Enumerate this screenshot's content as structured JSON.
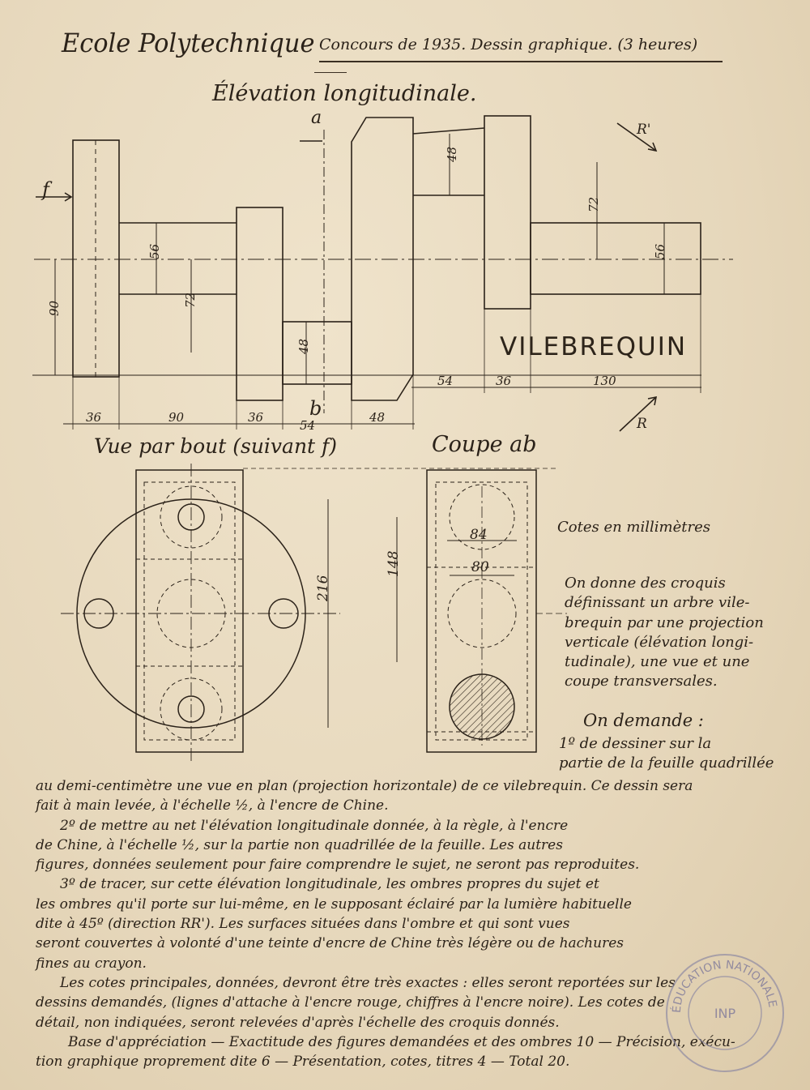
{
  "header": {
    "school": "Ecole Polytechnique",
    "contest": "Concours de 1935. Dessin graphique. (3 heures)"
  },
  "elevation": {
    "title": "Élévation longitudinale.",
    "part_name": "VILEBREQUIN",
    "marks": {
      "a": "a",
      "b": "b",
      "f": "f",
      "r_prime": "R'",
      "r": "R"
    },
    "dims": {
      "d48_top": "48",
      "d72_right": "72",
      "d56_right": "56",
      "d56_left": "56",
      "d72_left": "72",
      "d90": "90",
      "d48_mid": "48",
      "b54": "54",
      "b36": "36",
      "b130": "130",
      "x36a": "36",
      "x90": "90",
      "x36b": "36",
      "x54": "54",
      "x48": "48"
    }
  },
  "end_view": {
    "title": "Vue par bout (suivant f)",
    "d216": "216"
  },
  "section_view": {
    "title": "Coupe ab",
    "d148": "148",
    "d84": "84",
    "d80": "80"
  },
  "notes": {
    "units": "Cotes en millimètres",
    "intro_lines": [
      "On donne des croquis",
      "définissant un arbre vile-",
      "brequin par une projection",
      "verticale (élévation longi-",
      "tudinale), une vue et une",
      "coupe transversales."
    ],
    "demande": "On demande :",
    "item1_lines": [
      "1º de dessiner sur la",
      "partie de la feuille quadrillée"
    ],
    "body_lines": [
      "au demi-centimètre une vue en plan (projection horizontale) de ce vilebrequin. Ce dessin sera",
      "fait à main levée, à l'échelle ½, à l'encre de Chine.",
      "2º de mettre au net l'élévation longitudinale donnée, à la règle, à l'encre",
      "de Chine, à l'échelle ½, sur la partie non quadrillée de la feuille. Les autres",
      "figures, données seulement pour faire comprendre le sujet, ne seront pas reproduites.",
      "3º de tracer, sur cette élévation longitudinale, les ombres propres du sujet et",
      "les ombres qu'il porte sur lui-même, en le supposant éclairé par la lumière habituelle",
      "dite à 45º (direction RR'). Les surfaces situées dans l'ombre et qui sont vues",
      "seront couvertes à volonté d'une teinte d'encre de Chine très légère ou de hachures",
      "fines au crayon.",
      "Les cotes principales, données, devront être très exactes : elles seront reportées sur les",
      "dessins demandés, (lignes d'attache à l'encre rouge, chiffres à l'encre noire). Les cotes de",
      "détail, non indiquées, seront relevées d'après l'échelle des croquis donnés.",
      "Base d'appréciation — Exactitude des figures demandées et des ombres 10 — Précision, exécu-",
      "tion graphique proprement dite 6 — Présentation, cotes, titres 4 — Total 20."
    ]
  },
  "stamp": {
    "text": "ÉDUCATION NATIONALE",
    "mark": "INP"
  }
}
